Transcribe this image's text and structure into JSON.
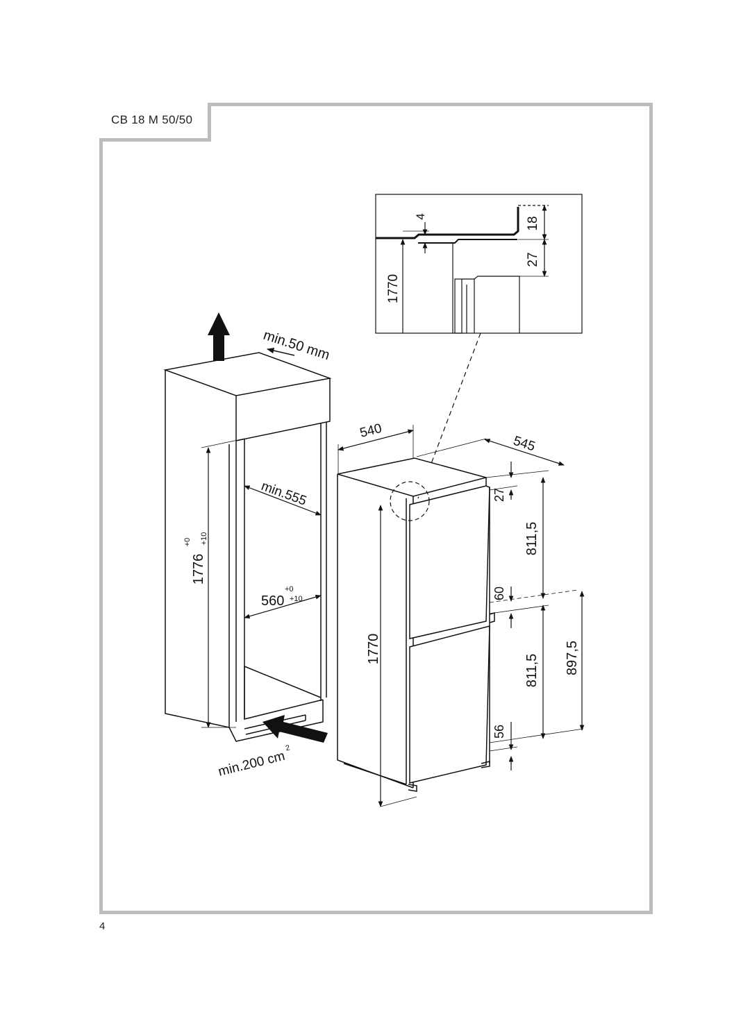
{
  "header": {
    "model": "CB 18 M 50/50"
  },
  "footer": {
    "page_number": "4"
  },
  "detail": {
    "dim_4": "4",
    "dim_18": "18",
    "dim_27": "27",
    "dim_1770": "1770"
  },
  "niche": {
    "clearance_top": "min.50 mm",
    "depth_min": "min.555",
    "height": "1776",
    "height_tol_upper": "+0",
    "height_tol_lower": "+10",
    "width": "560",
    "width_tol_upper": "+0",
    "width_tol_lower": "+10",
    "vent_area": "min.200 cm",
    "vent_area_sup": "2"
  },
  "appliance": {
    "width": "540",
    "depth": "545",
    "height": "1770",
    "top_gap": "27",
    "upper_door": "811,5",
    "mid_gap": "60",
    "lower_door": "811,5",
    "lower_total": "897,5",
    "bottom_gap": "56"
  }
}
